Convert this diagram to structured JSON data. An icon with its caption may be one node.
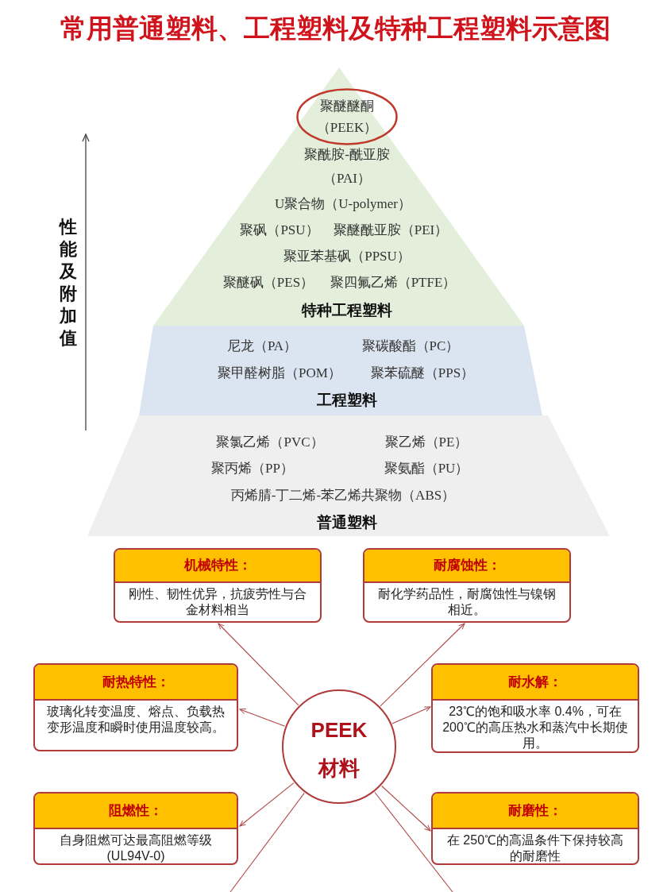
{
  "diagram": {
    "title": "常用普通塑料、工程塑料及特种工程塑料示意图",
    "nodes": [
      {
        "text": [
          "聚酰胺-酰亚胺（PAI）",
          "U聚合物（U-polymer）",
          "聚砜（PSU）",
          "聚醚酰亚胺（PEI）",
          "聚亚苯基砜（PPSU）",
          "聚醚砜（PES）",
          "聚四氟乙烯（PTFE）",
          "特种工程塑料"
        ]
      },
      {
        "text": [
          "聚醚醚酮（PEEK）"
        ],
        "in": 0
      },
      {
        "text": [
          "尼龙（PA）",
          "聚碳酸酯（PC）",
          "聚甲醛树脂（POM）",
          "聚苯硫醚（PPS）",
          "工程塑料"
        ]
      },
      {
        "text": [
          "聚氯乙烯（PVC）",
          "聚乙烯（PE）",
          "聚丙烯（PP）",
          "聚氨酯（PU）",
          "丙烯腈-丁二烯-苯乙烯共聚物（ABS）",
          "普通塑料"
        ]
      },
      {
        "text": [
          "机械特性：",
          "刚性、韧性优异，抗疲劳性与合金材料相当"
        ]
      },
      {
        "text": [
          "耐腐蚀性：",
          "耐化学药品性，耐腐蚀性与镍钢相近。"
        ]
      },
      {
        "text": [
          "耐热特性：",
          "玻璃化转变温度、熔点、负载热变形温度和瞬时使用温度较高。"
        ]
      },
      {
        "text": [
          "PEEK",
          "材料"
        ]
      },
      {
        "text": [
          "耐水解：",
          "23℃的饱和吸水率 0.4%，可在200℃的高压热水和蒸汽中长期使用。"
        ]
      },
      {
        "text": [
          "阻燃性：",
          "自身阻燃可达最高阻燃等级(UL94V-0)"
        ]
      },
      {
        "text": [
          "耐磨性：",
          "在 250℃的高温条件下保持较高的耐磨性"
        ]
      }
    ],
    "edges": [
      {
        "from": 7,
        "to": 4,
        "arrow": "to"
      },
      {
        "from": 7,
        "to": 5,
        "arrow": "to"
      },
      {
        "from": 7,
        "to": 6,
        "arrow": "to"
      },
      {
        "from": 7,
        "to": 8,
        "arrow": "to"
      },
      {
        "from": 7,
        "to": 9,
        "arrow": "to"
      },
      {
        "from": 7,
        "to": 10,
        "arrow": "to"
      },
      {
        "from": 7,
        "to": null,
        "arrow": "none"
      },
      {
        "from": 7,
        "to": null,
        "arrow": "none"
      }
    ],
    "labels": [
      "性能及附加值"
    ]
  }
}
